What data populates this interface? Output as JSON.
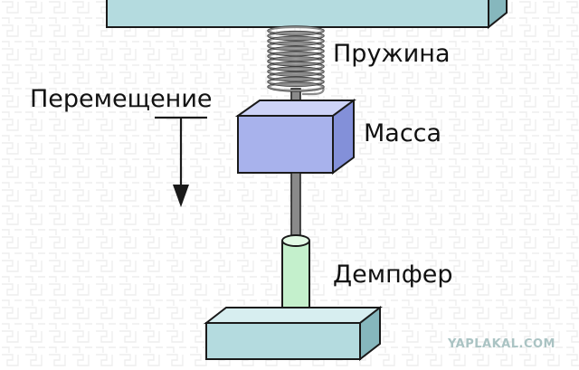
{
  "labels": {
    "spring": "Пружина",
    "mass": "Масса",
    "displacement": "Перемещение",
    "damper": "Демпфер"
  },
  "watermark": "YAPLAKAL.COM",
  "colors": {
    "plate_front": "#b4dbdf",
    "plate_top": "#d7eef0",
    "plate_side": "#86b7bd",
    "mass_front": "#a8b2ec",
    "mass_top": "#cdd3f7",
    "mass_side": "#8390d9",
    "damper_body": "#c4f0cc",
    "damper_top": "#e2fae5",
    "rod": "#8a8a8a",
    "spring": "#8c8c8c",
    "outline": "#1a1a1a",
    "watermark": "#aac3c3",
    "pattern": "#ececec"
  },
  "icons": {
    "arrow": "arrow-down-icon"
  }
}
